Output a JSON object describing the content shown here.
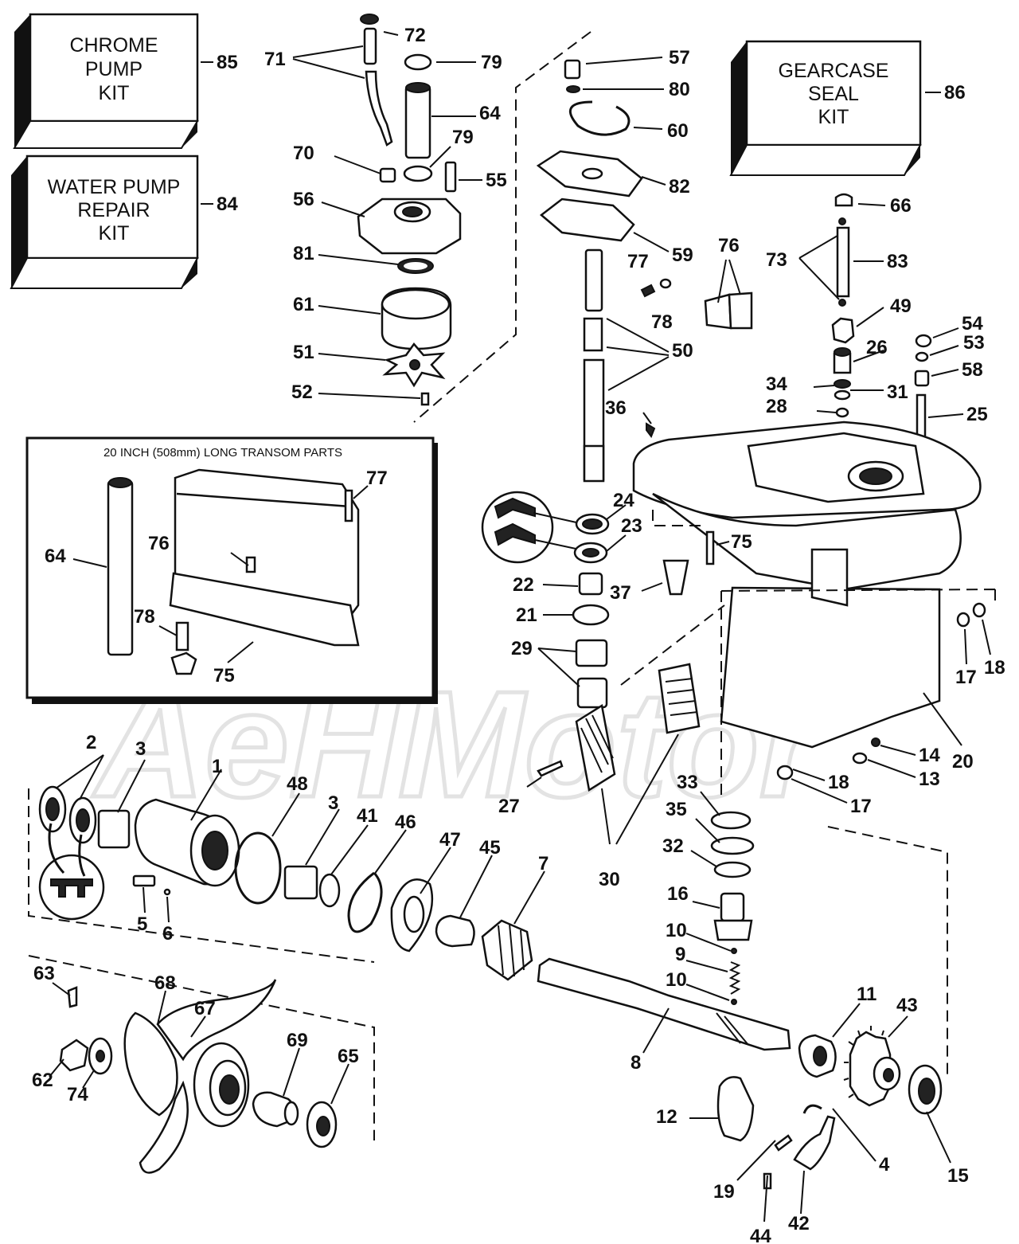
{
  "kits": {
    "chrome_pump": {
      "lines": [
        "CHROME",
        "PUMP",
        "KIT"
      ],
      "ref": "85"
    },
    "water_pump": {
      "lines": [
        "WATER PUMP",
        "REPAIR",
        "KIT"
      ],
      "ref": "84"
    },
    "gearcase_seal": {
      "lines": [
        "GEARCASE",
        "SEAL",
        "KIT"
      ],
      "ref": "86"
    }
  },
  "inset": {
    "title": "20 INCH (508mm) LONG TRANSOM PARTS"
  },
  "watermark": {
    "text": "AeHMotor"
  },
  "callouts": {
    "c72": "72",
    "c71": "71",
    "c79a": "79",
    "c64": "64",
    "c79b": "79",
    "c70": "70",
    "c55": "55",
    "c56": "56",
    "c81": "81",
    "c61": "61",
    "c51": "51",
    "c52": "52",
    "c57": "57",
    "c80": "80",
    "c60": "60",
    "c82": "82",
    "c59": "59",
    "c77": "77",
    "c78": "78",
    "c76": "76",
    "c50": "50",
    "c36": "36",
    "c66": "66",
    "c73": "73",
    "c83": "83",
    "c49": "49",
    "c54": "54",
    "c53": "53",
    "c26": "26",
    "c58": "58",
    "c34": "34",
    "c31": "31",
    "c28": "28",
    "c25": "25",
    "c24": "24",
    "c23": "23",
    "c22": "22",
    "c21": "21",
    "c29": "29",
    "c37": "37",
    "c75": "75",
    "c17a": "17",
    "c18a": "18",
    "c20": "20",
    "c14": "14",
    "c13": "13",
    "c18b": "18",
    "c17b": "17",
    "i77": "77",
    "i76": "76",
    "i64": "64",
    "i78": "78",
    "i75": "75",
    "c2": "2",
    "c3a": "3",
    "c1": "1",
    "c48": "48",
    "c3b": "3",
    "c41": "41",
    "c46": "46",
    "c47": "47",
    "c45": "45",
    "c7": "7",
    "c5": "5",
    "c6": "6",
    "c27": "27",
    "c30": "30",
    "c33": "33",
    "c35": "35",
    "c32": "32",
    "c16": "16",
    "c10a": "10",
    "c9": "9",
    "c10b": "10",
    "c63": "63",
    "c68": "68",
    "c67": "67",
    "c69": "69",
    "c65": "65",
    "c62": "62",
    "c74": "74",
    "c8": "8",
    "c11": "11",
    "c43": "43",
    "c12": "12",
    "c4": "4",
    "c15": "15",
    "c19": "19",
    "c44": "44",
    "c42": "42"
  }
}
